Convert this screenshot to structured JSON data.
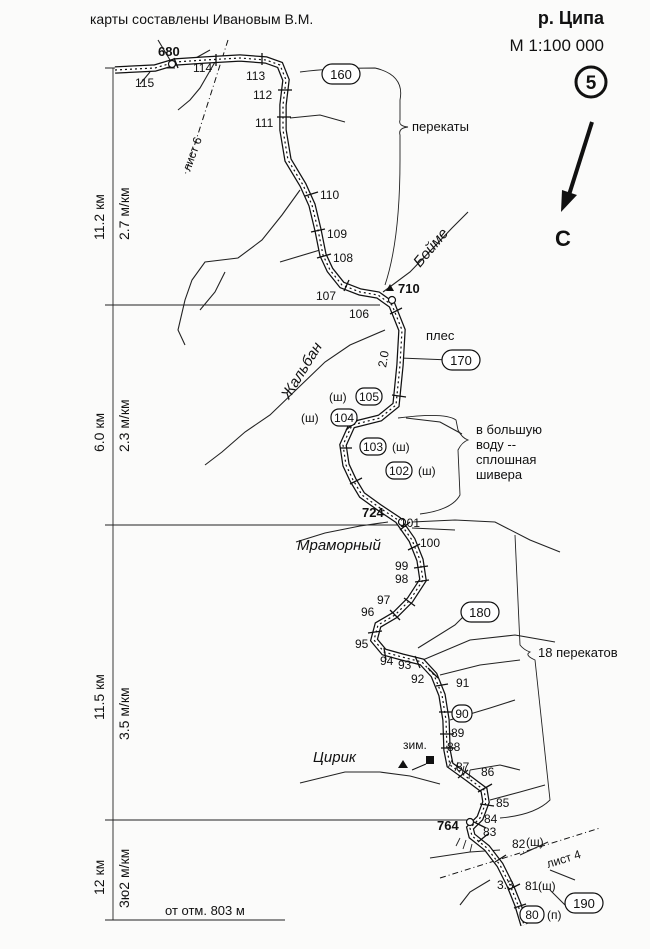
{
  "header": {
    "author": "карты составлены Ивановым В.М.",
    "river": "р. Ципа",
    "scale": "М 1:100 000",
    "sheet": "5",
    "north": "С"
  },
  "segments": [
    {
      "dist": "11.2 км",
      "slope": "2.7 м/км"
    },
    {
      "dist": "6.0 км",
      "slope": "2.3 м/км"
    },
    {
      "dist": "11.5 км",
      "slope": "3.5 м/км"
    },
    {
      "dist": "12 км",
      "slope": "3ю2 м/км"
    }
  ],
  "footer": "от отм. 803 м",
  "elevations": [
    "680",
    "710",
    "724",
    "764"
  ],
  "km": [
    "115",
    "114",
    "113",
    "112",
    "111",
    "110",
    "109",
    "108",
    "107",
    "106",
    "105",
    "104",
    "103",
    "102",
    "101",
    "100",
    "99",
    "98",
    "97",
    "96",
    "95",
    "94",
    "93",
    "92",
    "91",
    "90",
    "89",
    "88",
    "87",
    "86",
    "85",
    "84",
    "83",
    "82",
    "81",
    "80"
  ],
  "marks_sh": [
    "(ш)",
    "(ш)",
    "(ш)",
    "(ш)",
    "(ш)",
    "(ш)"
  ],
  "mark_p": "(п)",
  "bearings": [
    "160",
    "170",
    "180",
    "190"
  ],
  "speeds": [
    "2.0",
    "3.3"
  ],
  "sheets": [
    "лист 6",
    "лист 4"
  ],
  "names": {
    "boime": "Бойме",
    "zhalban": "Жальбан",
    "mramorny": "Мраморный",
    "tsirik": "Цирик",
    "zim": "зим."
  },
  "notes": {
    "perekaty": "перекаты",
    "ples": "плес",
    "bolshaya": [
      "в большую",
      "воду --",
      "сплошная",
      "шивера"
    ],
    "perekatov": "18 перекатов"
  },
  "colors": {
    "ink": "#111111",
    "paper": "#fbfbfa"
  }
}
